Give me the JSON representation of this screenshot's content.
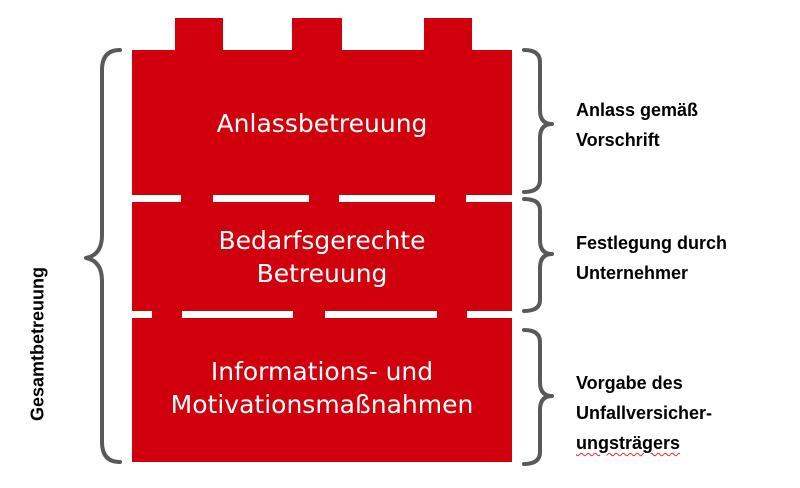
{
  "colors": {
    "block_fill": "#d0000d",
    "bracket": "#595959",
    "divider": "#ffffff"
  },
  "blocks": [
    {
      "line1": "Anlassbetreuung",
      "line2": ""
    },
    {
      "line1": "Bedarfsgerechte",
      "line2": "Betreuung"
    },
    {
      "line1": "Informations- und",
      "line2": "Motivationsmaßnahmen"
    }
  ],
  "side_labels": [
    {
      "line1": "Anlass gemäß",
      "line2": "Vorschrift",
      "line3": ""
    },
    {
      "line1": "Festlegung durch",
      "line2": "Unternehmer",
      "line3": ""
    },
    {
      "line1": "Vorgabe des",
      "line2": "Unfallversicher-",
      "line3": "ungsträgers"
    }
  ],
  "total_label": "Gesamtbetreuung"
}
